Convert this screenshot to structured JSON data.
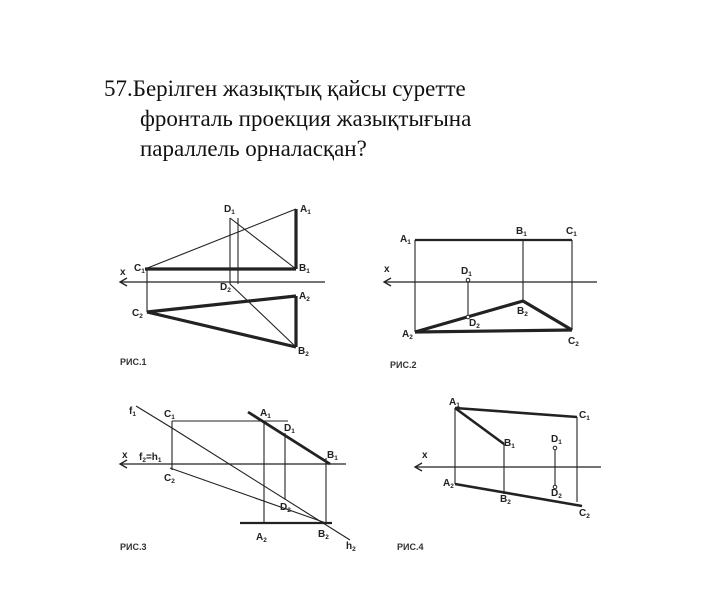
{
  "question": {
    "number": "57.",
    "lines": [
      "Берілген жазықтық қайсы суретте",
      "фронталь проекция жазықтығына",
      "параллель орналасқан?"
    ]
  },
  "figures": [
    {
      "caption": "РИС.1",
      "labels": {
        "x": "x",
        "D1": [
          "D",
          "1"
        ],
        "A1": [
          "A",
          "1"
        ],
        "C1": [
          "C",
          "1"
        ],
        "B1": [
          "B",
          "1"
        ],
        "D2": [
          "D",
          "2"
        ],
        "A2": [
          "A",
          "2"
        ],
        "C2": [
          "C",
          "2"
        ],
        "B2": [
          "B",
          "2"
        ]
      }
    },
    {
      "caption": "РИС.2",
      "labels": {
        "x": "x",
        "A1": [
          "A",
          "1"
        ],
        "B1": [
          "B",
          "1"
        ],
        "C1": [
          "C",
          "1"
        ],
        "D1": [
          "D",
          "1"
        ],
        "D2": [
          "D",
          "2"
        ],
        "B2": [
          "B",
          "2"
        ],
        "A2": [
          "A",
          "2"
        ],
        "C2": [
          "C",
          "2"
        ]
      }
    },
    {
      "caption": "РИС.3",
      "labels": {
        "x": "x",
        "f1": [
          "f",
          "1"
        ],
        "C1": [
          "C",
          "1"
        ],
        "A1": [
          "A",
          "1"
        ],
        "D1": [
          "D",
          "1"
        ],
        "B1": [
          "B",
          "1"
        ],
        "f2h1": [
          "f",
          "2",
          "=h",
          "1"
        ],
        "C2": [
          "C",
          "2"
        ],
        "D2": [
          "D",
          "2"
        ],
        "A2": [
          "A",
          "2"
        ],
        "B2": [
          "B",
          "2"
        ],
        "h2": [
          "h",
          "2"
        ]
      }
    },
    {
      "caption": "РИС.4",
      "labels": {
        "x": "x",
        "A1": [
          "A",
          "1"
        ],
        "C1": [
          "C",
          "1"
        ],
        "B1": [
          "B",
          "1"
        ],
        "D1": [
          "D",
          "1"
        ],
        "A2": [
          "A",
          "2"
        ],
        "B2": [
          "B",
          "2"
        ],
        "D2": [
          "D",
          "2"
        ],
        "C2": [
          "C",
          "2"
        ]
      }
    }
  ]
}
